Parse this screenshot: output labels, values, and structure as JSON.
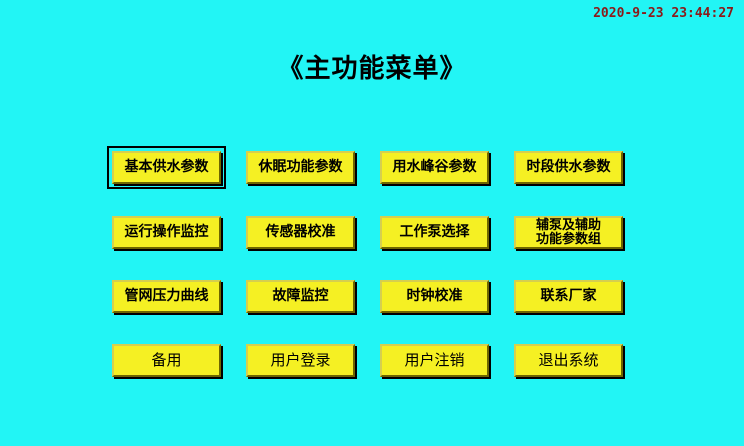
{
  "header": {
    "timestamp": "2020-9-23 23:44:27",
    "timestamp_color": "#8b1a1a"
  },
  "title": "《主功能菜单》",
  "theme": {
    "background": "#22f5f5",
    "button_fill": "#f5f023",
    "button_text": "#000000",
    "bevel_light": "#d6cf4e",
    "bevel_dark": "#6e6600",
    "shadow": "#000000"
  },
  "menu": {
    "rows": [
      {
        "buttons": [
          {
            "label": "基本供水参数",
            "style": "bold",
            "focused": true
          },
          {
            "label": "休眠功能参数",
            "style": "bold",
            "focused": false
          },
          {
            "label": "用水峰谷参数",
            "style": "bold",
            "focused": false
          },
          {
            "label": "时段供水参数",
            "style": "bold",
            "focused": false
          }
        ]
      },
      {
        "buttons": [
          {
            "label": "运行操作监控",
            "style": "bold",
            "focused": false
          },
          {
            "label": "传感器校准",
            "style": "bold",
            "focused": false
          },
          {
            "label": "工作泵选择",
            "style": "bold",
            "focused": false
          },
          {
            "label": "辅泵及辅助\n功能参数组",
            "style": "bold",
            "focused": false,
            "two_line": true
          }
        ]
      },
      {
        "buttons": [
          {
            "label": "管网压力曲线",
            "style": "bold",
            "focused": false
          },
          {
            "label": "故障监控",
            "style": "bold",
            "focused": false
          },
          {
            "label": "时钟校准",
            "style": "bold",
            "focused": false
          },
          {
            "label": "联系厂家",
            "style": "bold",
            "focused": false
          }
        ]
      },
      {
        "buttons": [
          {
            "label": "备用",
            "style": "plain",
            "focused": false
          },
          {
            "label": "用户登录",
            "style": "plain",
            "focused": false
          },
          {
            "label": "用户注销",
            "style": "plain",
            "focused": false
          },
          {
            "label": "退出系统",
            "style": "plain",
            "focused": false
          }
        ]
      }
    ]
  }
}
